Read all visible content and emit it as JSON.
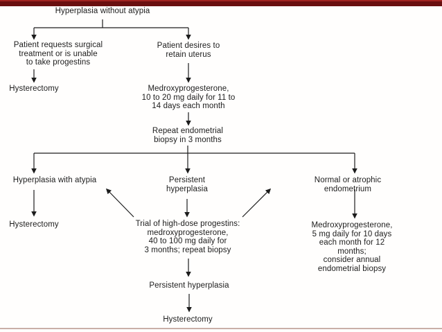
{
  "slide": {
    "background": "#fffefd",
    "top_bar_color": "#6a0f10",
    "top_bar_highlight_color": "#a12421",
    "bottom_rule_color": "#c9afa7",
    "ink_color": "#1c1c1c"
  },
  "flowchart": {
    "nodes": {
      "root": {
        "text": "Hyperplasia without atypia"
      },
      "surgical": {
        "text": "Patient requests surgical\ntreatment or is unable\nto take progestins"
      },
      "hysterectomy_1": {
        "text": "Hysterectomy"
      },
      "retain_uterus": {
        "text": "Patient desires to\nretain uterus"
      },
      "medroxy_initial": {
        "text": "Medroxyprogesterone,\n10 to 20 mg daily for 11 to\n14 days each month"
      },
      "repeat_biopsy": {
        "text": "Repeat endometrial\nbiopsy in 3 months"
      },
      "atypia": {
        "text": "Hyperplasia with atypia"
      },
      "hysterectomy_2": {
        "text": "Hysterectomy"
      },
      "persistent_1": {
        "text": "Persistent\nhyperplasia"
      },
      "trial_high_dose": {
        "text": "Trial of high-dose progestins:\nmedroxyprogesterone,\n40 to 100 mg daily for\n3 months; repeat biopsy"
      },
      "normal_endometrium": {
        "text": "Normal or atrophic endometrium"
      },
      "medroxy_maintenance": {
        "text": "Medroxyprogesterone,\n5 mg daily for 10 days\neach month for 12 months;\nconsider annual endometrial biopsy"
      },
      "persistent_2": {
        "text": "Persistent hyperplasia"
      },
      "hysterectomy_3": {
        "text": "Hysterectomy"
      }
    }
  }
}
